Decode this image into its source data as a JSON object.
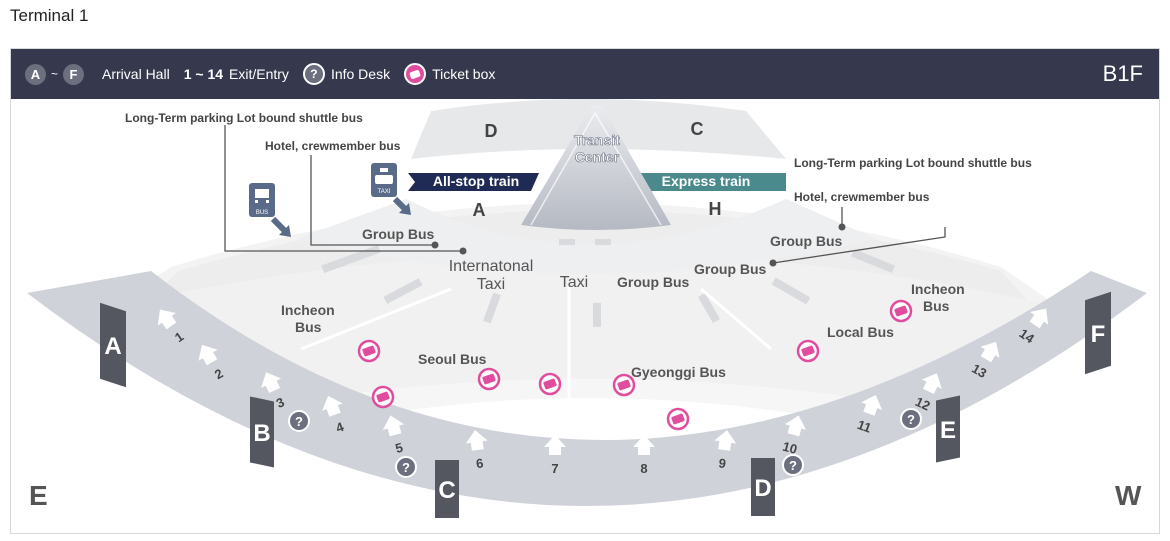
{
  "page": {
    "title": "Terminal 1"
  },
  "legend": {
    "range_start": "A",
    "range_sep": "~",
    "range_end": "F",
    "arrival_hall": "Arrival Hall",
    "exit_range": "1 ~ 14",
    "exit_label": "Exit/Entry",
    "info_symbol": "?",
    "info_label": "Info Desk",
    "ticket_label": "Ticket box"
  },
  "floor": "B1F",
  "compass": {
    "left": "E",
    "right": "W"
  },
  "transit": {
    "center_label_1": "Transit",
    "center_label_2": "Center",
    "zone_d": "D",
    "zone_c": "C",
    "zone_a": "A",
    "zone_h": "H",
    "all_stop_train": "All-stop train",
    "express_train": "Express train"
  },
  "annotations": {
    "left_long_term": "Long-Term parking Lot bound shuttle bus",
    "left_hotel": "Hotel, crewmember bus",
    "right_long_term": "Long-Term parking Lot bound shuttle bus",
    "right_hotel": "Hotel, crewmember bus"
  },
  "icons": {
    "bus_text": "BUS",
    "taxi_text": "TAXI"
  },
  "zones": {
    "group_bus_left": "Group Bus",
    "group_bus_right_top": "Group Bus",
    "group_bus_right": "Group Bus",
    "intl_taxi_1": "Internatonal",
    "intl_taxi_2": "Taxi",
    "taxi": "Taxi",
    "group_bus_center": "Group Bus",
    "incheon_bus_left_1": "Incheon",
    "incheon_bus_left_2": "Bus",
    "incheon_bus_right_1": "Incheon",
    "incheon_bus_right_2": "Bus",
    "seoul_bus": "Seoul Bus",
    "gyeonggi_bus": "Gyeonggi Bus",
    "local_bus": "Local Bus"
  },
  "halls": {
    "a": "A",
    "b": "B",
    "c": "C",
    "d": "D",
    "e": "E",
    "f": "F"
  },
  "exits": [
    "1",
    "2",
    "3",
    "4",
    "5",
    "6",
    "7",
    "8",
    "9",
    "10",
    "11",
    "12",
    "13",
    "14"
  ],
  "colors": {
    "legend_bg": "#36394d",
    "hall_marker": "#54575f",
    "ticket": "#e04d9f",
    "all_stop_train": "#1f2a55",
    "express_train": "#4a8a8d",
    "corridor": "#cfd2d9"
  }
}
